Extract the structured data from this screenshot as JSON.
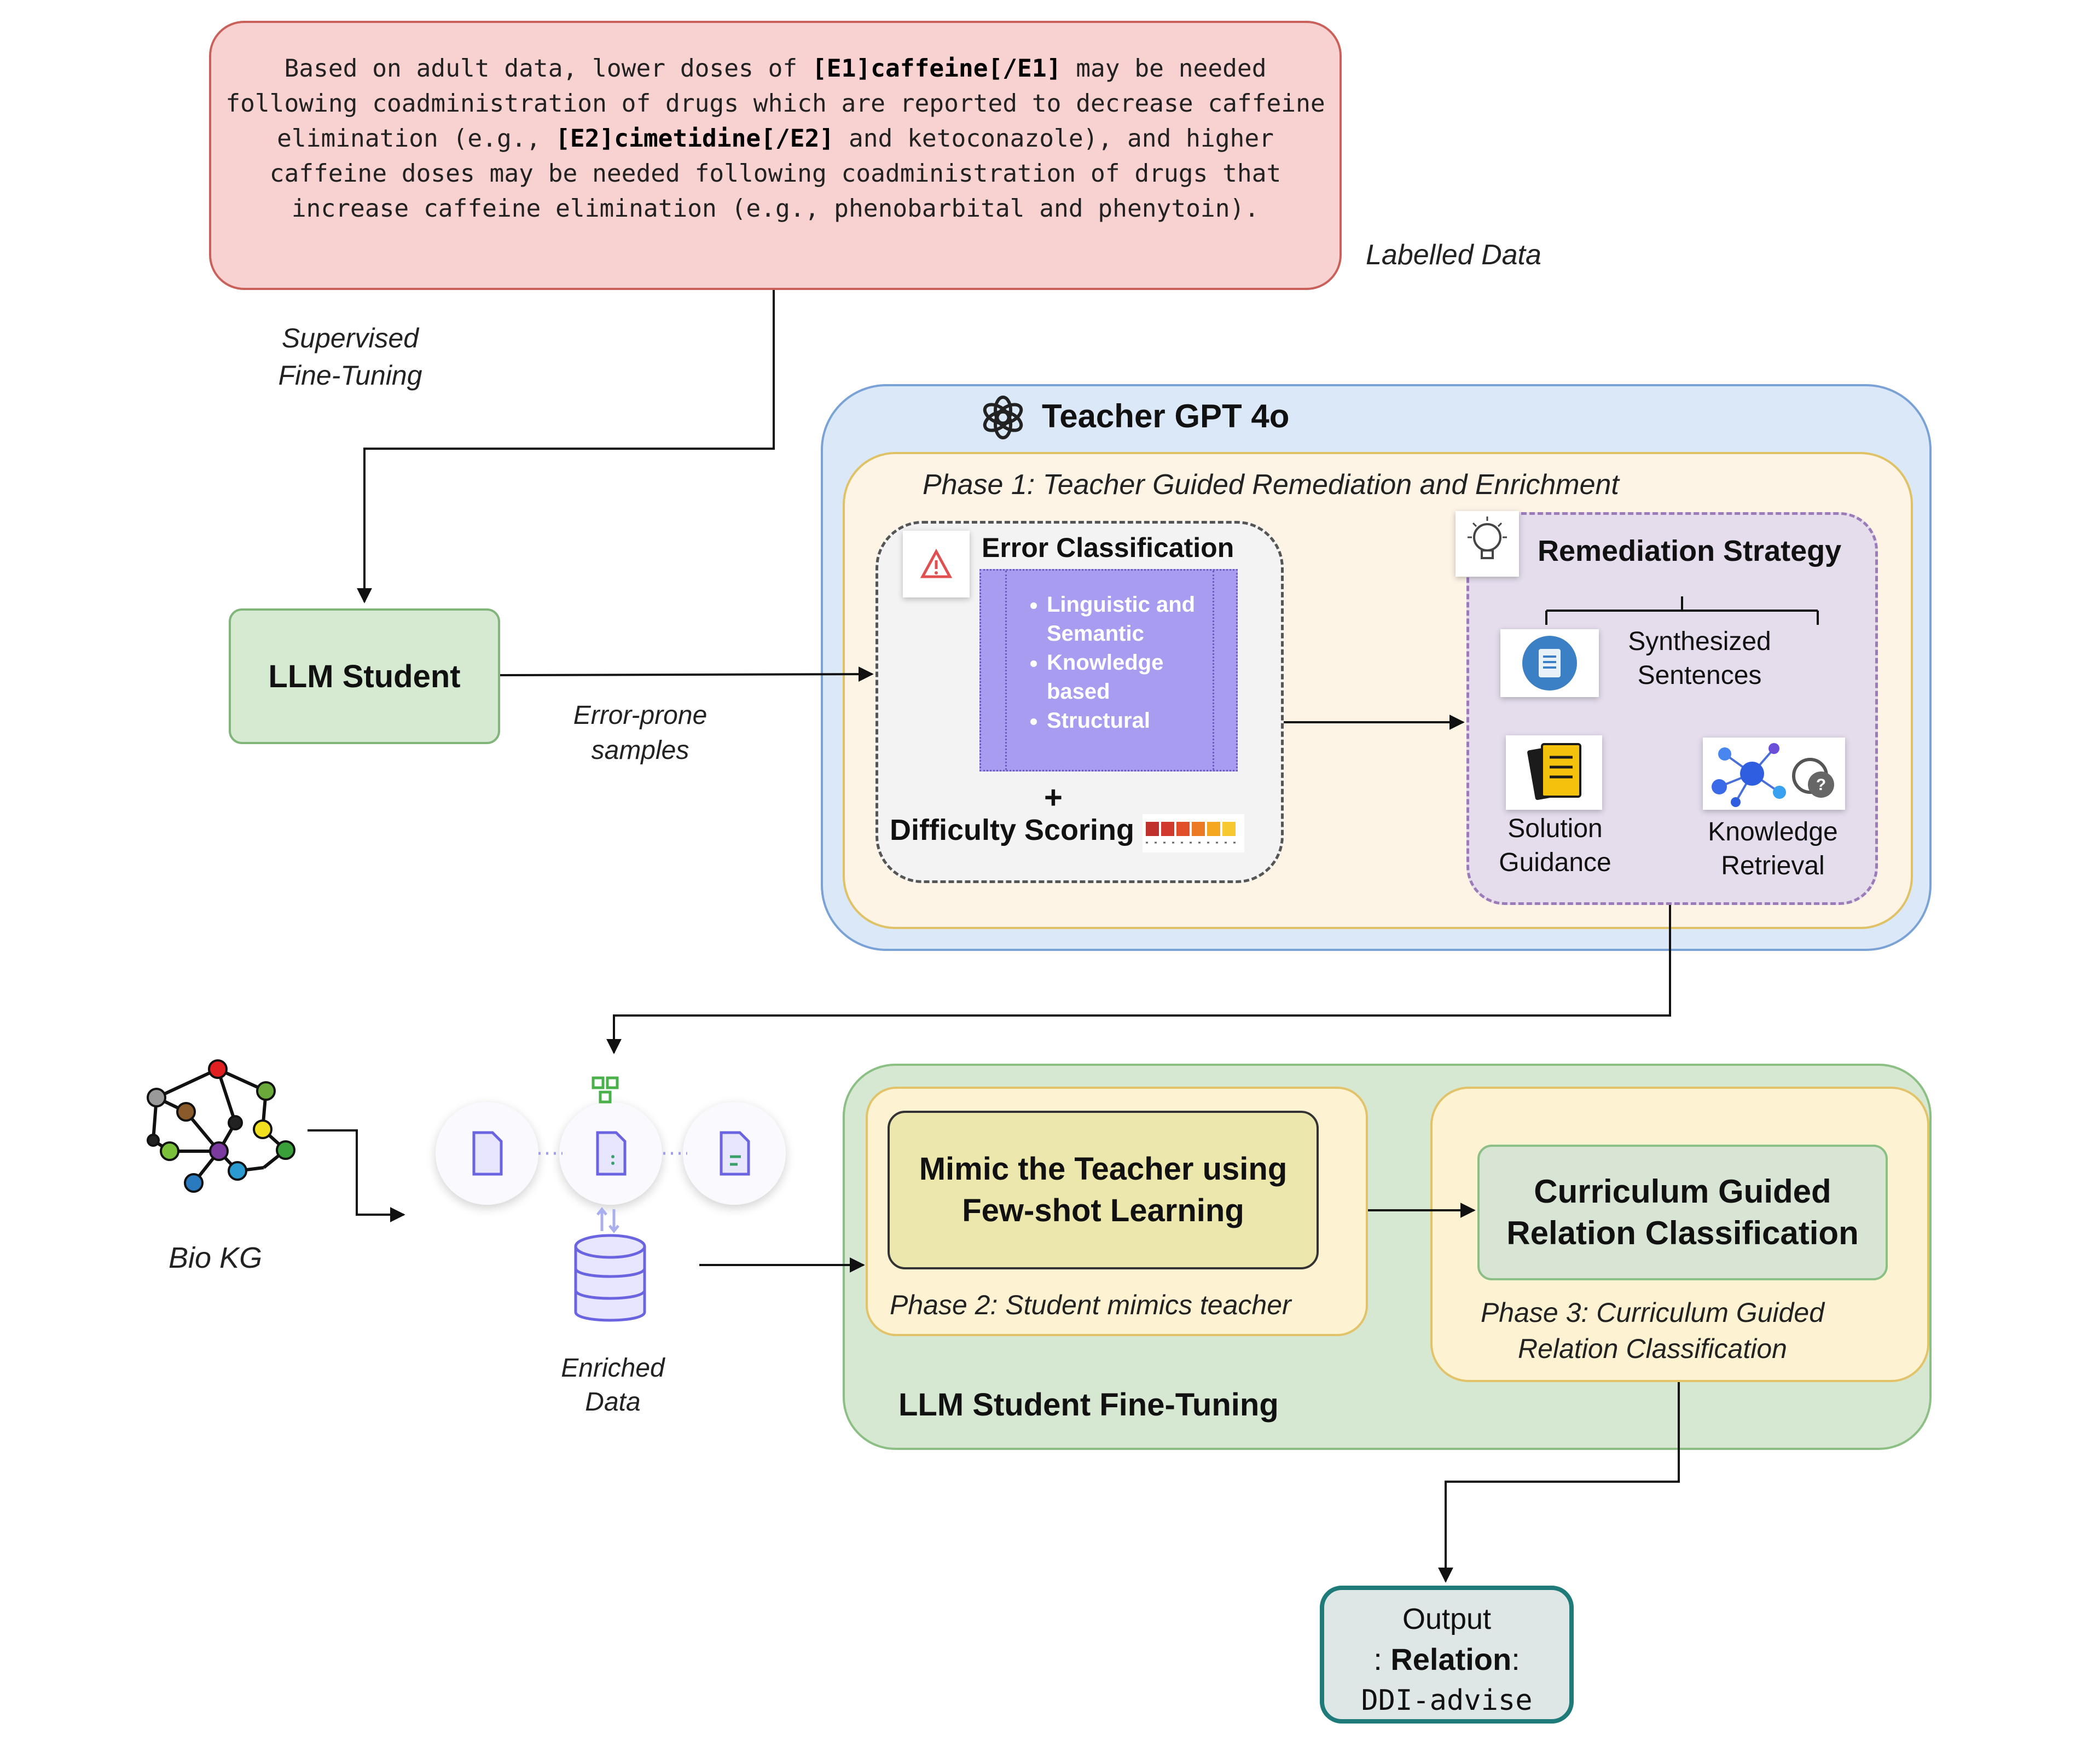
{
  "sample": {
    "p1": "Based on adult data, lower doses of ",
    "e1": "[E1]caffeine[/E1]",
    "p2": " may be needed following coadministration of drugs which are reported to decrease caffeine elimination (e.g., ",
    "e2": "[E2]cimetidine[/E2]",
    "p3": " and ketoconazole), and higher caffeine doses may be needed following coadministration of drugs that increase caffeine elimination (e.g., phenobarbital and phenytoin)."
  },
  "labels": {
    "labelled_data": "Labelled Data",
    "supervised_1": "Supervised",
    "supervised_2": "Fine-Tuning",
    "llm_student": "LLM Student",
    "error_prone_1": "Error-prone",
    "error_prone_2": "samples",
    "bio_kg": "Bio KG",
    "enriched_1": "Enriched",
    "enriched_2": "Data"
  },
  "teacher": {
    "title": "Teacher GPT 4o",
    "phase1": "Phase 1: Teacher Guided Remediation and Enrichment",
    "error_classification": "Error Classification",
    "error_types": [
      "Linguistic and",
      "Semantic",
      "Knowledge",
      "based",
      "Structural"
    ],
    "plus": "+",
    "difficulty_scoring": "Difficulty Scoring",
    "remediation_strategy": "Remediation Strategy",
    "synth_1": "Synthesized",
    "synth_2": "Sentences",
    "solution_1": "Solution",
    "solution_2": "Guidance",
    "knowledge_1": "Knowledge",
    "knowledge_2": "Retrieval"
  },
  "finetune": {
    "mimic_1": "Mimic the Teacher using",
    "mimic_2": "Few-shot Learning",
    "phase2": "Phase 2: Student mimics teacher",
    "curr_1": "Curriculum Guided",
    "curr_2": "Relation Classification",
    "phase3_1": "Phase 3: Curriculum Guided",
    "phase3_2": "Relation Classification",
    "title": "LLM Student Fine-Tuning"
  },
  "output": {
    "line1": "Output",
    "prefix": ": ",
    "relation": "Relation",
    "suffix": ":",
    "value": "DDI-advise"
  },
  "colors": {
    "labelled_fill": "#f8d2d0",
    "student_fill": "#d6ead2",
    "teacher_fill": "#dbe8f8",
    "phase_fill": "#fdf4e6",
    "error_list_fill": "#a79cf0",
    "remediation_fill": "#e5ddec",
    "output_border": "#1f7a7a"
  }
}
